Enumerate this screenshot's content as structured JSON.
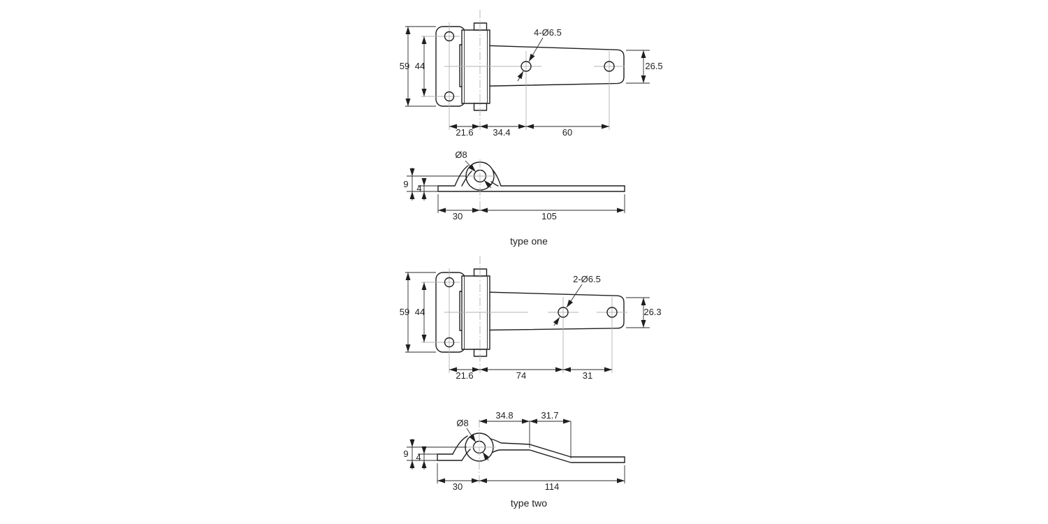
{
  "colors": {
    "background": "#ffffff",
    "line": "#1f1f1f",
    "dimension": "#2a2a2a",
    "centerline": "#b3b3b3"
  },
  "views": {
    "type_one_plan": {
      "overall_height": "59",
      "hole_spacing": "44",
      "holes_label": "4-Ø6.5",
      "end_width": "26.5",
      "pin_offset": "21.6",
      "pin_to_hole": "34.4",
      "hole_pitch": "60"
    },
    "type_one_side": {
      "pin_diameter": "Ø8",
      "pin_height": "9",
      "leaf_thickness": "4",
      "tail_length": "30",
      "strap_length": "105",
      "caption": "type one"
    },
    "type_two_plan": {
      "overall_height": "59",
      "hole_spacing": "44",
      "holes_label": "2-Ø6.5",
      "end_width": "26.3",
      "pin_offset": "21.6",
      "pin_to_hole": "74",
      "hole_pitch": "31"
    },
    "type_two_side": {
      "pin_diameter": "Ø8",
      "upper_segment": "34.8",
      "slope_segment": "31.7",
      "pin_height": "9",
      "leaf_thickness": "4",
      "tail_length": "30",
      "strap_length": "114",
      "caption": "type two"
    }
  }
}
